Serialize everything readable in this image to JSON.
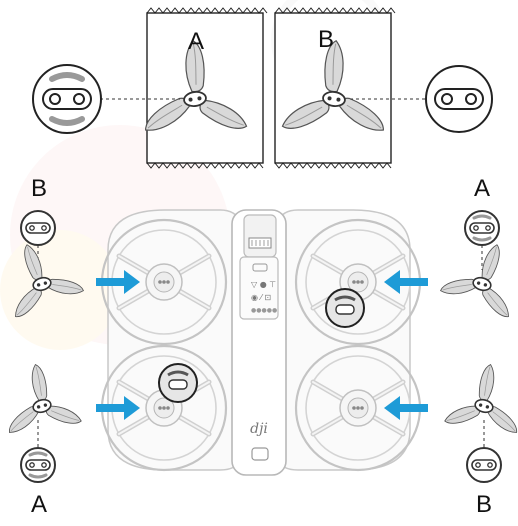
{
  "labels": {
    "top_left_card": "A",
    "top_right_card": "B",
    "front_left": "B",
    "front_right": "A",
    "rear_left": "A",
    "rear_right": "B"
  },
  "body_text": {
    "brand_logo": "dji"
  },
  "colors": {
    "arrow": "#1e9bd7",
    "line": "#333333",
    "prop_fill": "#d9d9d9",
    "frame": "#b8b8b8"
  }
}
